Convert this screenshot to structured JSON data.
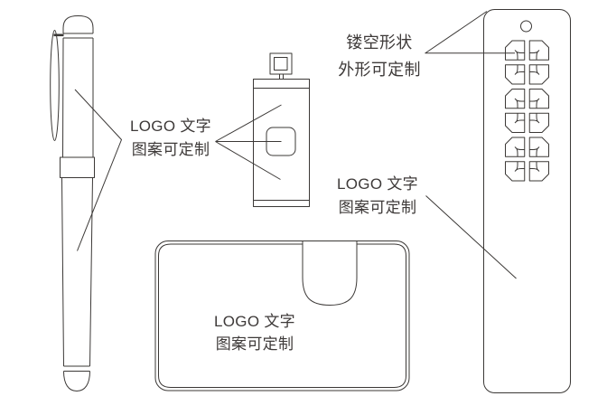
{
  "canvas": {
    "background": "#ffffff",
    "line_color": "#3b3836",
    "text_color": "#3e3a39"
  },
  "labels": {
    "pen_usb_custom": {
      "line1": "LOGO 文字",
      "line2": "图案可定制"
    },
    "hollow_shape_custom": {
      "line1": "镂空形状",
      "line2": "外形可定制"
    },
    "bookmark_logo_custom": {
      "line1": "LOGO 文字",
      "line2": "图案可定制"
    },
    "card_logo_custom": {
      "line1": "LOGO 文字",
      "line2": "图案可定制"
    }
  },
  "objects": {
    "pen": "fountain-pen-line-drawing",
    "usb": "usb-flash-drive-line-drawing",
    "card": "card-holder-line-drawing",
    "bookmark": "hollow-lattice-bookmark-line-drawing"
  }
}
